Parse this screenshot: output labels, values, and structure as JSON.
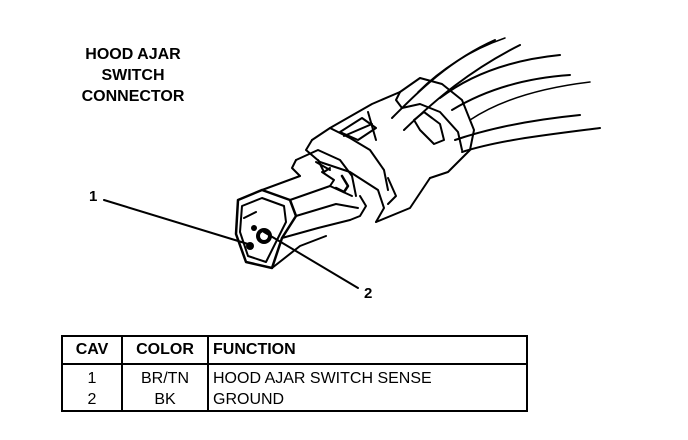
{
  "title_lines": [
    "HOOD AJAR",
    "SWITCH",
    "CONNECTOR"
  ],
  "callouts": [
    {
      "label": "1"
    },
    {
      "label": "2"
    }
  ],
  "table": {
    "headers": [
      "CAV",
      "COLOR",
      "FUNCTION"
    ],
    "rows": [
      {
        "cav": "1",
        "color": "BR/TN",
        "function": "HOOD AJAR SWITCH SENSE"
      },
      {
        "cav": "2",
        "color": "BK",
        "function": "GROUND"
      }
    ]
  }
}
